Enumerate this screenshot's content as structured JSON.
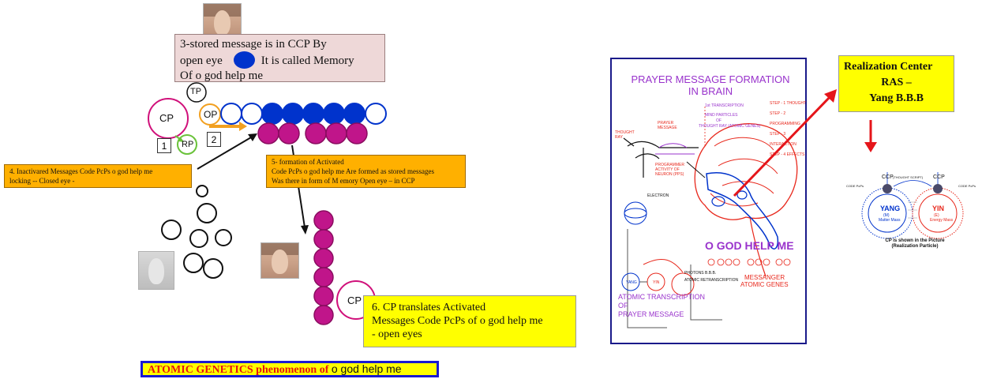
{
  "left_diagram": {
    "memory_box": {
      "line1": "3-stored message is in CCP  By",
      "line2a": "open eye",
      "line2b": "It is called Memory",
      "line3": "Of o god help me"
    },
    "labels": {
      "tp": "TP",
      "cp": "CP",
      "op": "OP",
      "rp": "RP",
      "num1": "1",
      "num2": "2",
      "cp_bottom": "CP"
    },
    "inactivated_box": {
      "line1": "4. Inactivared Messages  Code PcPs o god help me",
      "line2": "locking  -- Closed eye -"
    },
    "formation_box": {
      "line1": "5-  formation  of  Activated",
      "line2": " Code PcPs o god help me Are  formed as stored messages",
      "line3": "Was there in  form  of  M emory  Open eye – in CCP"
    },
    "translate_box": {
      "line1": "6. CP    translates  Activated",
      "line2": "Messages  Code PcPs of o god help me",
      "line3": " - open eyes"
    },
    "footer": {
      "part1": "ATOMIC GENETICS phenomenon of ",
      "part2": "o god help me"
    }
  },
  "brain_figure": {
    "title1": "PRAYER MESSAGE FORMATION",
    "title2": "IN BRAIN",
    "prayer_text": "O GOD HELP ME",
    "bottom_left1": "ATOMIC TRANSCRIPTION",
    "bottom_left2": "OF",
    "bottom_left3": "PRAYER MESSAGE",
    "messanger1": "MESSANGER",
    "messanger2": "ATOMIC GENES",
    "steps": [
      "STEP - 1  THOUGHT",
      "STEP - 2  PROGRAMMING",
      "STEP - 3  INTERACTION",
      "STEP - 4  EFFECTS"
    ],
    "small_labels": {
      "transcription": "1st TRANSCRIPTION",
      "mind": "MIND PARTICLES",
      "or": "OF",
      "thought_ray": "THOUGHT RAY (ATOMIC GENES)",
      "prayer_msg": "PRAYER MESSAGE",
      "thought": "THOUGHT RAY",
      "programmer": "PROGRAMMER ACTIVITY OF NEURON (PPS)",
      "electron": "ELECTRON",
      "photons": "PHOTONS B.B.B.",
      "atomic_retrans": "ATOMIC RETRANSCRIPTION",
      "yang": "YANG",
      "yin": "YIN"
    }
  },
  "ras_box": {
    "line1": "Realization Center",
    "line2": "RAS –",
    "line3": "Yang B.B.B"
  },
  "yin_yang": {
    "ccp1": "CCP",
    "ccp1_note": "(THOUGHT SCRIPT)",
    "ccp2": "CCP",
    "yang": "YANG",
    "yang_sub": "(M)",
    "yang_sub2": "Matter Mass",
    "yin": "YIN",
    "yin_sub": "(E)",
    "yin_sub2": "Energy Mass",
    "code_left": "CODE PcPs",
    "code_right": "CODE PcPs",
    "caption1": "CP is shown in the Picture",
    "caption2": "(Realization Particle)"
  },
  "colors": {
    "memory_bg": "#eed8d8",
    "note_orange": "#ffb000",
    "note_yellow": "#ffff00",
    "blue": "#0033cc",
    "magenta": "#c0158a",
    "pink_ring": "#d0107a",
    "green": "#6ac23a",
    "orange_ring": "#f2a020",
    "brain_red": "#e8281c",
    "purple": "#9933cc",
    "arrow_red": "#e5151a",
    "footer_border": "#1a1ad0"
  }
}
